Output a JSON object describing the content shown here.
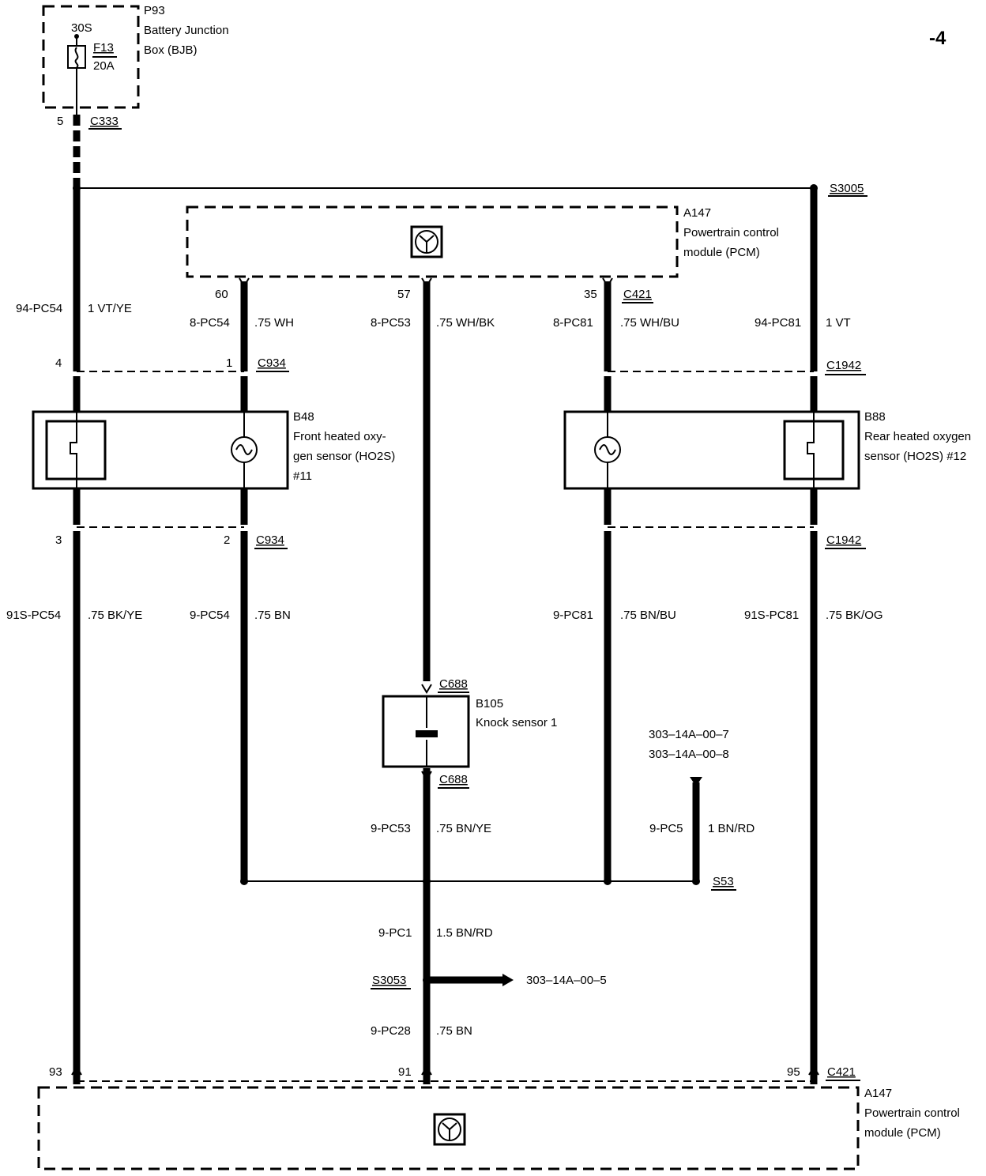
{
  "page_marker": "-4",
  "bjb": {
    "ref": "P93",
    "name_line1": "Battery Junction",
    "name_line2": "Box (BJB)",
    "terminal": "30S",
    "fuse_id": "F13",
    "fuse_rating": "20A",
    "pin": "5",
    "connector": "C333"
  },
  "splice_top": "S3005",
  "pcm_top": {
    "ref": "A147",
    "name_line1": "Powertrain control",
    "name_line2": "module (PCM)",
    "pin_a": "60",
    "pin_b": "57",
    "pin_c": "35",
    "connector": "C421"
  },
  "wires": {
    "w1_circuit": "94-PC54",
    "w1_spec": "1 VT/YE",
    "w2_circuit": "8-PC54",
    "w2_spec": ".75 WH",
    "w3_circuit": "8-PC53",
    "w3_spec": ".75 WH/BK",
    "w4_circuit": "8-PC81",
    "w4_spec": ".75 WH/BU",
    "w5_circuit": "94-PC81",
    "w5_spec": "1 VT",
    "w6_circuit": "91S-PC54",
    "w6_spec": ".75 BK/YE",
    "w7_circuit": "9-PC54",
    "w7_spec": ".75 BN",
    "w8_circuit": "9-PC81",
    "w8_spec": ".75 BN/BU",
    "w9_circuit": "91S-PC81",
    "w9_spec": ".75 BK/OG",
    "w10_circuit": "9-PC53",
    "w10_spec": ".75 BN/YE",
    "w11_circuit": "9-PC5",
    "w11_spec": "1 BN/RD",
    "w12_circuit": "9-PC1",
    "w12_spec": "1.5 BN/RD",
    "w13_circuit": "9-PC28",
    "w13_spec": ".75 BN"
  },
  "c934_top": {
    "pin_left": "4",
    "pin_right": "1",
    "connector": "C934"
  },
  "c1942_top": {
    "connector": "C1942"
  },
  "front_sensor": {
    "ref": "B48",
    "line1": "Front heated oxy-",
    "line2": "gen sensor (HO2S)",
    "line3": "#11"
  },
  "rear_sensor": {
    "ref": "B88",
    "line1": "Rear heated oxygen",
    "line2": "sensor (HO2S) #12"
  },
  "c934_bottom": {
    "pin_left": "3",
    "pin_right": "2",
    "connector": "C934"
  },
  "c1942_bottom": {
    "connector": "C1942"
  },
  "knock": {
    "ref": "B105",
    "name": "Knock sensor 1",
    "connector_top": "C688",
    "connector_bottom": "C688"
  },
  "refs": {
    "ref1": "303–14A–00–7",
    "ref2": "303–14A–00–8",
    "ref3": "303–14A–00–5"
  },
  "splice_s53": "S53",
  "splice_s3053": "S3053",
  "pcm_bottom": {
    "ref": "A147",
    "name_line1": "Powertrain control",
    "name_line2": "module (PCM)",
    "pin_a": "93",
    "pin_b": "91",
    "pin_c": "95",
    "connector": "C421"
  }
}
